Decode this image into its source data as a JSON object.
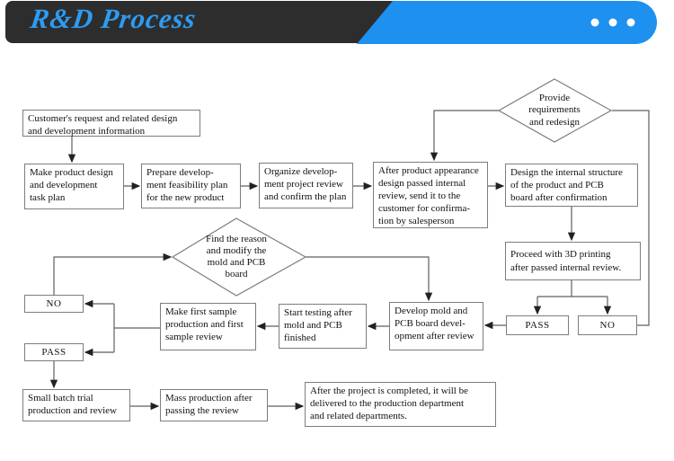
{
  "header": {
    "title": "R&D Process",
    "banner_color": "#2d2d2d",
    "accent_color": "#1e90f0",
    "more_icon": "three-dots"
  },
  "flowchart": {
    "line_color": "#5f5f5f",
    "box_border_color": "#7d7d7d",
    "nodes": {
      "customer": "Customer's request and related design\nand development information",
      "make_plan": "Make product design\nand development\ntask plan",
      "prepare": "Prepare develop-\nment feasibility plan\nfor the new product",
      "organize": "Organize develop-\nment project review\nand confirm the plan",
      "after_appearance": "After product appearance\ndesign passed internal\nreview, send it to the\ncustomer for confirma-\ntion by salesperson",
      "design_internal": "Design the internal structure\nof the product and PCB\nboard after confirmation",
      "provide_redesign": "Provide\nrequirements\nand redesign",
      "proceed_3d": "Proceed with 3D printing\nafter passed internal review.",
      "pass_right": "PASS",
      "no_right": "NO",
      "find_reason": "Find the reason\nand modify the\nmold and PCB\nboard",
      "develop_mold": "Develop mold and\nPCB board devel-\nopment after review",
      "start_testing": "Start testing after\nmold and PCB\nfinished",
      "first_sample": "Make first sample\nproduction and first\nsample review",
      "no_left": "NO",
      "pass_left": "PASS",
      "small_batch": "Small batch trial\nproduction and review",
      "mass_production": "Mass production after\npassing the review",
      "final_delivery": "After the project is completed, it will be\ndelivered to the production department\nand related departments."
    }
  }
}
